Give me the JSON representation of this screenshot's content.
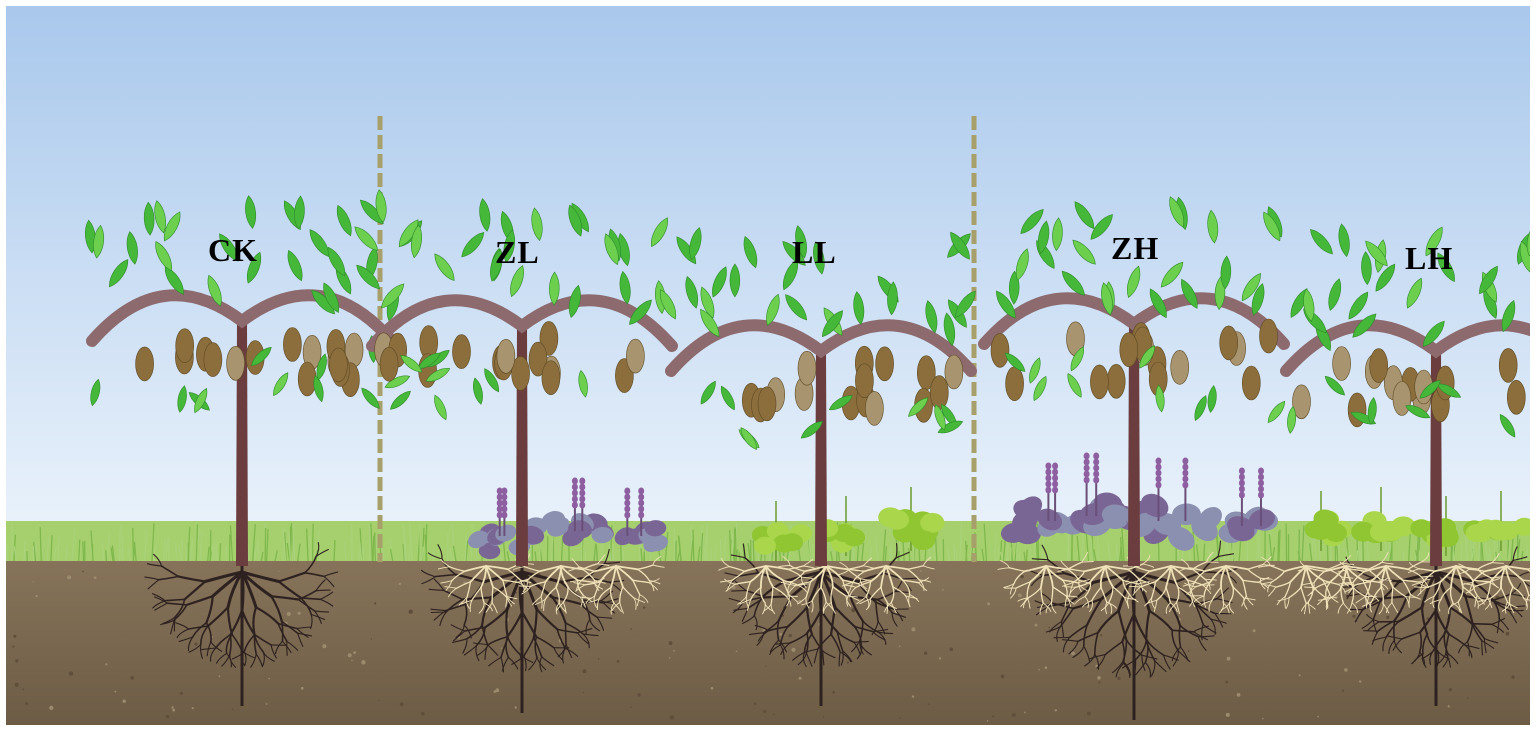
{
  "labels": {
    "ck": "CK",
    "zl": "ZL",
    "ll": "LL",
    "zh": "ZH",
    "lh": "LH"
  },
  "colors": {
    "sky_top": "#a9c8ec",
    "sky_bottom": "#eef5fc",
    "grass": "#8fc35a",
    "soil": "#7e6b52",
    "trunk": "#6b3d3f",
    "vine": "#8c6a6e",
    "leaf": "#45b83a",
    "fruit": "#8b6e3c",
    "purple_herb": "#7a6694",
    "green_herb": "#8fc631",
    "tree_root": "#2e2220",
    "herb_root": "#f0e2b8",
    "pole": "#a7a06a"
  }
}
